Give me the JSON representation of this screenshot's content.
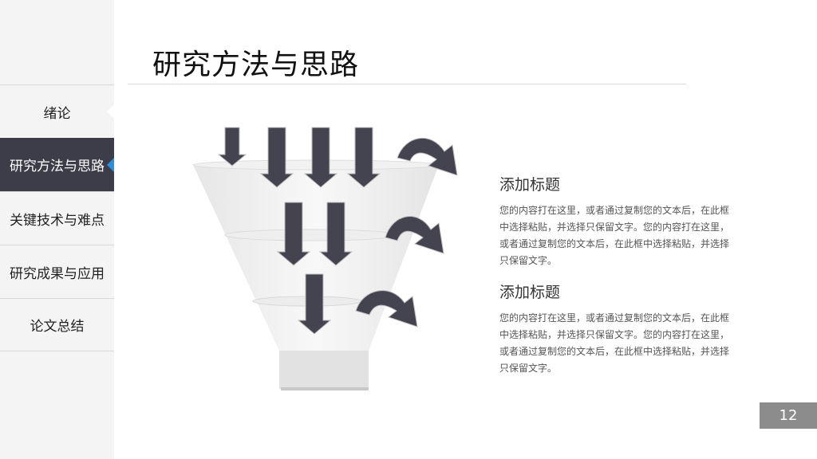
{
  "slide": {
    "title": "研究方法与思路",
    "page_number": "12"
  },
  "sidebar": {
    "items": [
      {
        "label": "绪论",
        "active": false
      },
      {
        "label": "研究方法与思路",
        "active": true
      },
      {
        "label": "关键技术与难点",
        "active": false
      },
      {
        "label": "研究成果与应用",
        "active": false
      },
      {
        "label": "论文总结",
        "active": false
      }
    ]
  },
  "blocks": [
    {
      "heading": "添加标题",
      "body": "您的内容打在这里，或者通过复制您的文本后，在此框中选择粘贴，并选择只保留文字。您的内容打在这里，或者通过复制您的文本后，在此框中选择粘贴，并选择只保留文字。"
    },
    {
      "heading": "添加标题",
      "body": "您的内容打在这里，或者通过复制您的文本后，在此框中选择粘贴，并选择只保留文字。您的内容打在这里，或者通过复制您的文本后，在此框中选择粘贴，并选择只保留文字。"
    }
  ],
  "colors": {
    "accent_dark": "#3d3d4a",
    "accent_blue": "#2f8fd6",
    "page_badge": "#8c8c8c"
  }
}
